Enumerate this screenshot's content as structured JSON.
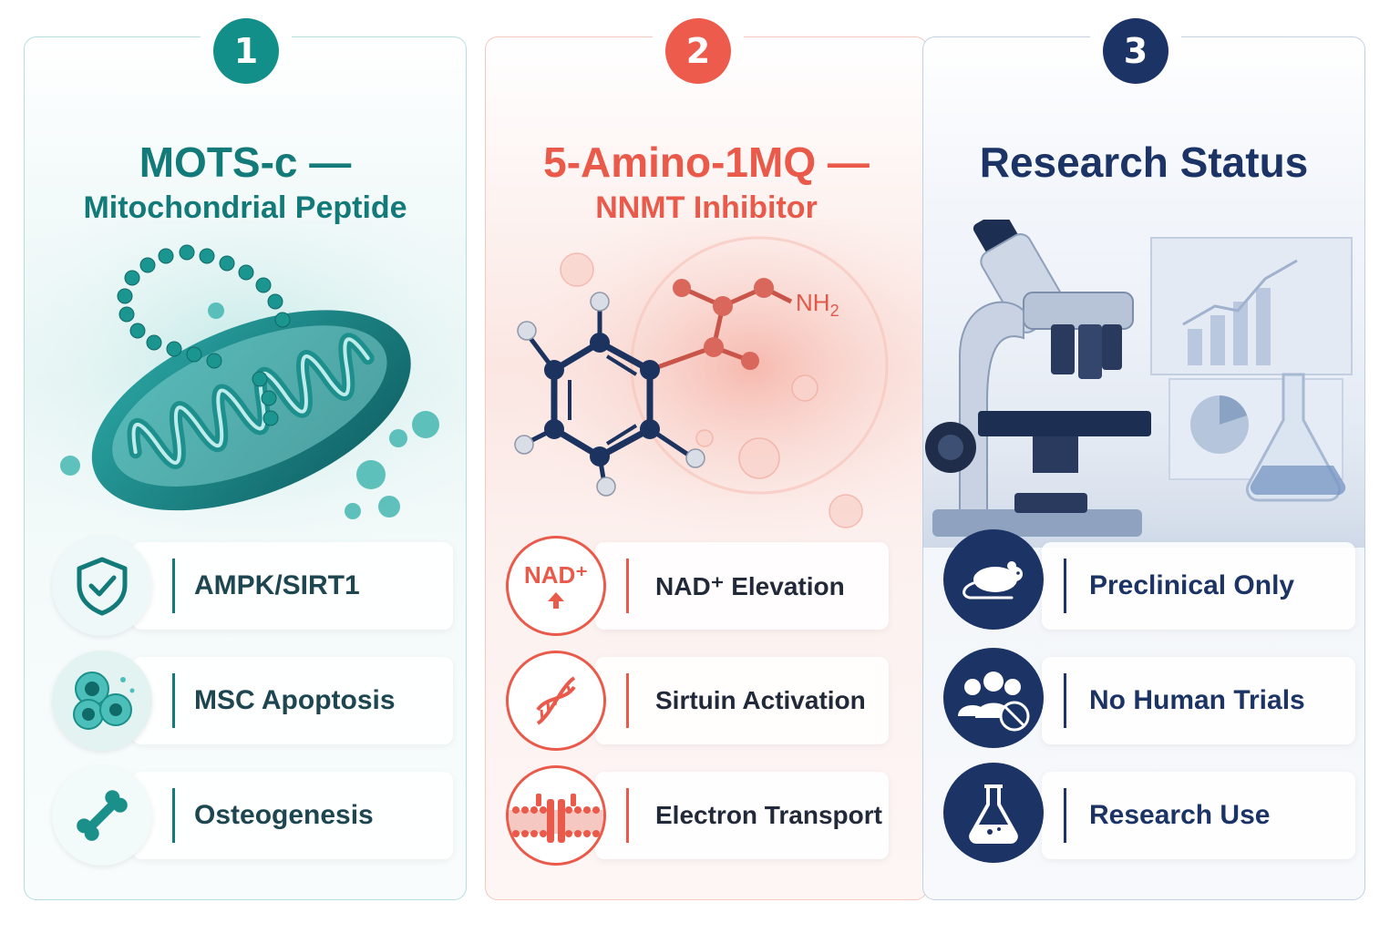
{
  "panels": [
    {
      "number": "1",
      "title_line1": "MOTS-c —",
      "title_line2": "Mitochondrial Peptide",
      "color": "#127a78",
      "items": [
        {
          "label": "AMPK/SIRT1",
          "icon": "shield-check-icon"
        },
        {
          "label": "MSC Apoptosis",
          "icon": "cells-icon"
        },
        {
          "label": "Osteogenesis",
          "icon": "bone-icon"
        }
      ]
    },
    {
      "number": "2",
      "title_line1": "5-Amino-1MQ —",
      "title_line2": "NNMT Inhibitor",
      "color": "#ea5a4a",
      "nh2_label": "NH",
      "nh2_sub": "2",
      "items": [
        {
          "label": "NAD⁺ Elevation",
          "icon": "nad-up-icon",
          "icon_text": "NAD⁺"
        },
        {
          "label": "Sirtuin Activation",
          "icon": "dna-icon"
        },
        {
          "label": "Electron Transport",
          "icon": "membrane-icon"
        }
      ]
    },
    {
      "number": "3",
      "title": "Research Status",
      "color": "#1c3366",
      "items": [
        {
          "label": "Preclinical Only",
          "icon": "mouse-icon"
        },
        {
          "label": "No Human Trials",
          "icon": "no-people-icon"
        },
        {
          "label": "Research Use",
          "icon": "flask-icon"
        }
      ]
    }
  ]
}
